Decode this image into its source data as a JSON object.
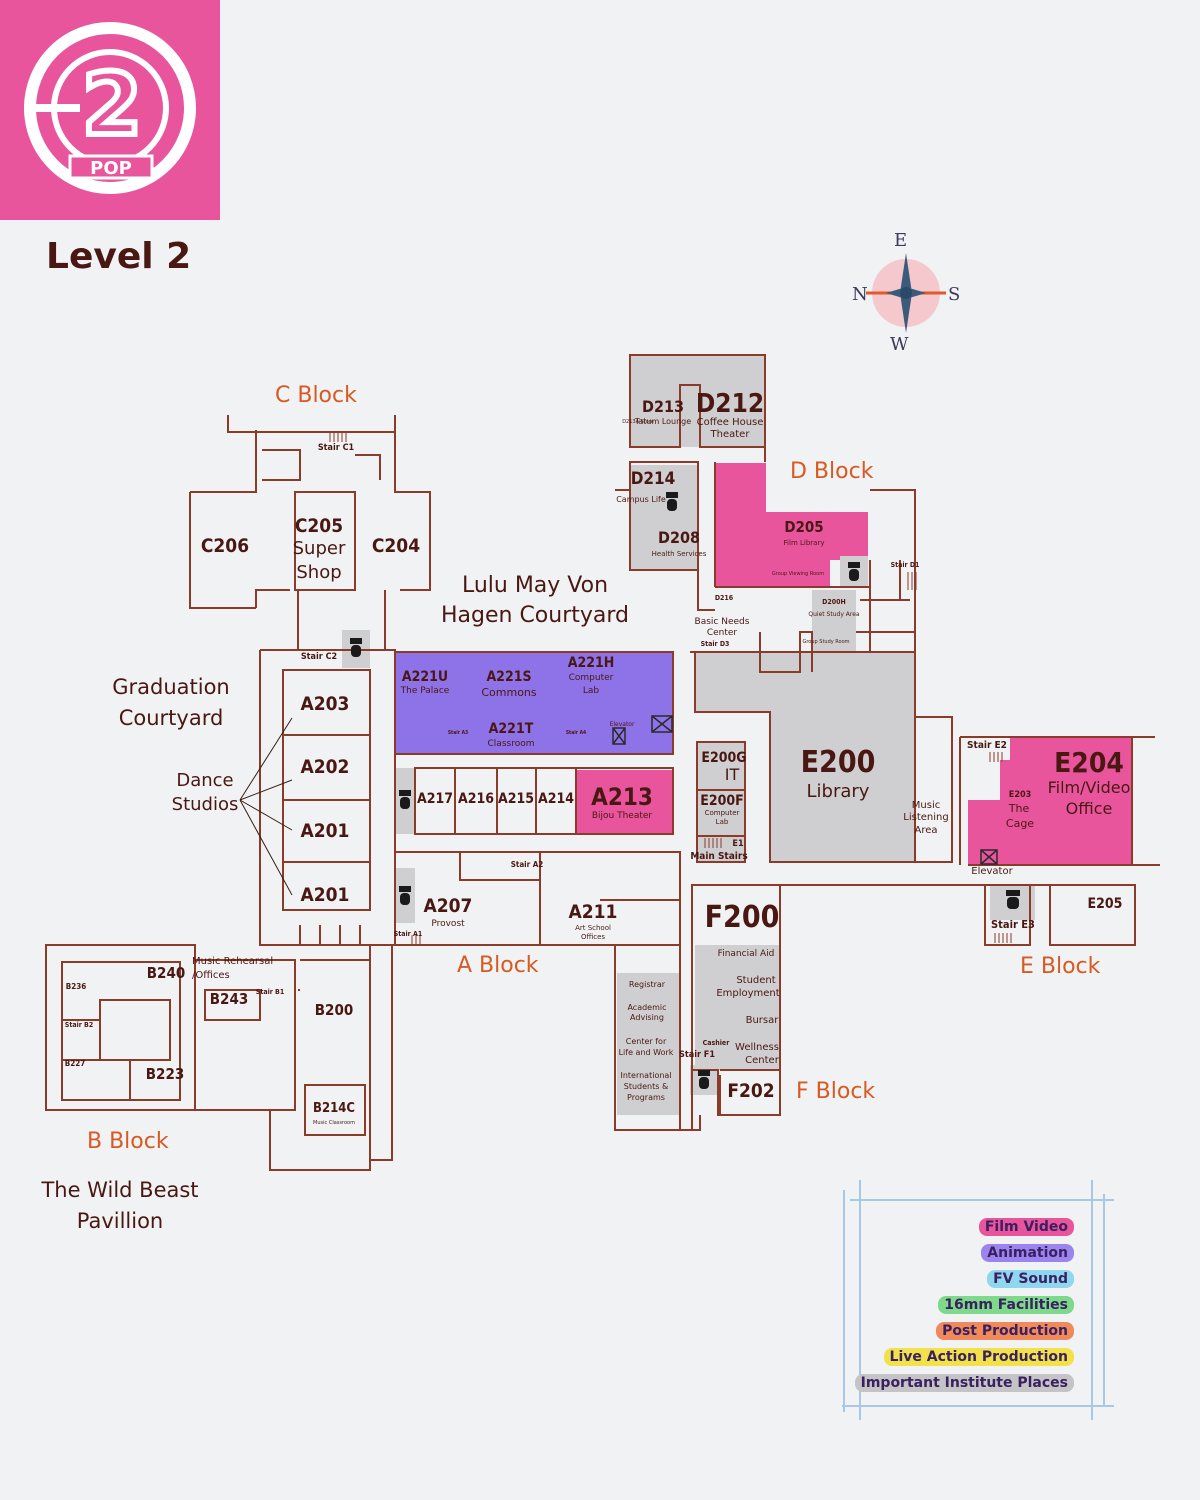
{
  "logo": {
    "number": "2",
    "text": "POP"
  },
  "level_title": "Level 2",
  "compass": {
    "n": "N",
    "s": "S",
    "e": "E",
    "w": "W"
  },
  "colors": {
    "film_video": "#e8559c",
    "animation": "#8d72e8",
    "institute": "#cfcfd1",
    "walls": "#8a3b2a",
    "block_label": "#d85a22"
  },
  "areas": {
    "c_block": "C Block",
    "d_block": "D Block",
    "a_block": "A Block",
    "e_block": "E Block",
    "f_block": "F Block",
    "b_block": "B Block",
    "courtyard_1": "Lulu May Von",
    "courtyard_2": "Hagen Courtyard",
    "grad_1": "Graduation",
    "grad_2": "Courtyard",
    "dance_1": "Dance",
    "dance_2": "Studios",
    "wild_1": "The Wild Beast",
    "wild_2": "Pavillion"
  },
  "rooms": {
    "c206": "C206",
    "c205": "C205",
    "c205_a": "Super",
    "c205_b": "Shop",
    "c204": "C204",
    "stair_c1": "Stair C1",
    "stair_c2": "Stair C2",
    "d213": "D213",
    "d213a": "D213A Store",
    "d213_name": "Tatum Lounge",
    "d212": "D212",
    "d212_a": "Coffee House",
    "d212_b": "Theater",
    "d214": "D214",
    "campus_life": "Campus Life",
    "d208": "D208",
    "d208_name": "Health Services",
    "d205": "D205",
    "d205_name": "Film Library",
    "group_view": "Group Viewing Room",
    "d216": "D216",
    "basic_needs_1": "Basic Needs",
    "basic_needs_2": "Center",
    "stair_d3": "Stair D3",
    "stair_d1": "Stair D1",
    "d200h": "D200H",
    "d200h_name": "Quiet Study Area",
    "group_study": "Group Study Room",
    "a221u": "A221U",
    "a221u_name": "The Palace",
    "a221s": "A221S",
    "a221s_name": "Commons",
    "a221h": "A221H",
    "a221h_a": "Computer",
    "a221h_b": "Lab",
    "a221t": "A221T",
    "a221t_name": "Classroom",
    "elevator": "Elevator",
    "stair_a3": "Stair A3",
    "stair_a4": "Stair A4",
    "a203": "A203",
    "a202": "A202",
    "a201a": "A201",
    "a201b": "A201",
    "a217": "A217",
    "a216": "A216",
    "a215": "A215",
    "a214": "A214",
    "a213": "A213",
    "a213_name": "Bijou Theater",
    "a207": "A207",
    "a207_name": "Provost",
    "a211": "A211",
    "a211_a": "Art School",
    "a211_b": "Offices",
    "stair_a1": "Stair A1",
    "stair_a2": "Stair A2",
    "e200": "E200",
    "e200_name": "Library",
    "e200g": "E200G",
    "e200g_name": "IT",
    "e200f": "E200F",
    "e200f_a": "Computer",
    "e200f_b": "Lab",
    "e1": "E1",
    "main_stairs": "Main Stairs",
    "music_1": "Music",
    "music_2": "Listening",
    "music_3": "Area",
    "stair_e2": "Stair E2",
    "e204": "E204",
    "e204_a": "Film/Video",
    "e204_b": "Office",
    "e203": "E203",
    "e203_a": "The",
    "e203_b": "Cage",
    "elevator_e": "Elevator",
    "stair_e3": "Stair E3",
    "e205": "E205",
    "f200": "F200",
    "fin_aid": "Financial Aid",
    "stud_1": "Student",
    "stud_2": "Employment",
    "bursar": "Bursar",
    "cashier": "Cashier",
    "wellness_1": "Wellness",
    "wellness_2": "Center",
    "stair_f1": "Stair F1",
    "f202": "F202",
    "registrar": "Registrar",
    "acad_1": "Academic",
    "acad_2": "Advising",
    "cfl_1": "Center for",
    "cfl_2": "Life and Work",
    "intl_1": "International",
    "intl_2": "Students &",
    "intl_3": "Programs",
    "b240": "B240",
    "music_reh_1": "Music Rehearsal",
    "music_reh_2": "/Offices",
    "b236": "B236",
    "b243": "B243",
    "stair_b1": "Stair B1",
    "stair_b2": "Stair B2",
    "b227": "B227",
    "b223": "B223",
    "b200": "B200",
    "b214c": "B214C",
    "b214c_name": "Music Classroom"
  },
  "legend": {
    "items": [
      {
        "label": "Film Video",
        "color": "#e8559c"
      },
      {
        "label": "Animation",
        "color": "#9b84ee"
      },
      {
        "label": "FV Sound",
        "color": "#8fd6ef"
      },
      {
        "label": "16mm Facilities",
        "color": "#7ed98a"
      },
      {
        "label": "Post Production",
        "color": "#f08a5a"
      },
      {
        "label": "Live Action Production",
        "color": "#f2e14a"
      },
      {
        "label": "Important Institute Places",
        "color": "#c4c4c6"
      }
    ]
  }
}
